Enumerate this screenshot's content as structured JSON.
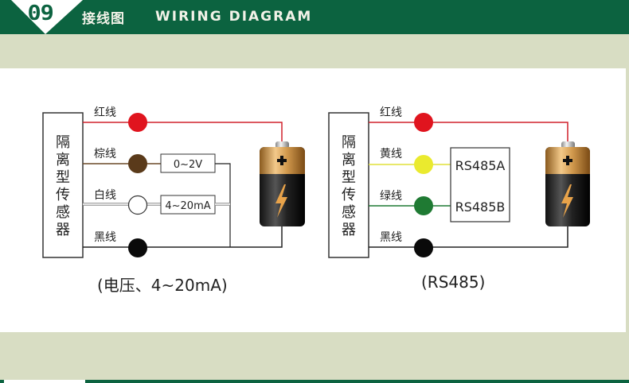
{
  "header": {
    "section_number": "09",
    "title_cn": "接线图",
    "title_en": "WIRING DIAGRAM"
  },
  "colors": {
    "brand_green": "#0c6340",
    "band_beige": "#d8ddc3",
    "wire_red": "#e0141e",
    "wire_brown": "#5a3a1a",
    "wire_yellow": "#eaea2e",
    "wire_green": "#1f7a33",
    "wire_black": "#111111"
  },
  "left_diagram": {
    "sensor_label": [
      "隔",
      "离",
      "型",
      "传",
      "感",
      "器"
    ],
    "wires": [
      {
        "label": "红线",
        "color": "red"
      },
      {
        "label": "棕线",
        "color": "brown"
      },
      {
        "label": "白线",
        "color": "white"
      },
      {
        "label": "黑线",
        "color": "black"
      }
    ],
    "outputs": [
      "0~2V",
      "4~20mA"
    ],
    "caption": "(电压、4~20mA)"
  },
  "right_diagram": {
    "sensor_label": [
      "隔",
      "离",
      "型",
      "传",
      "感",
      "器"
    ],
    "wires": [
      {
        "label": "红线",
        "color": "red"
      },
      {
        "label": "黄线",
        "color": "yellow"
      },
      {
        "label": "绿线",
        "color": "green"
      },
      {
        "label": "黑线",
        "color": "black"
      }
    ],
    "outputs": [
      "RS485A",
      "RS485B"
    ],
    "caption": "(RS485)"
  },
  "battery": {
    "plus_symbol": "+",
    "icon": "lightning-bolt"
  }
}
